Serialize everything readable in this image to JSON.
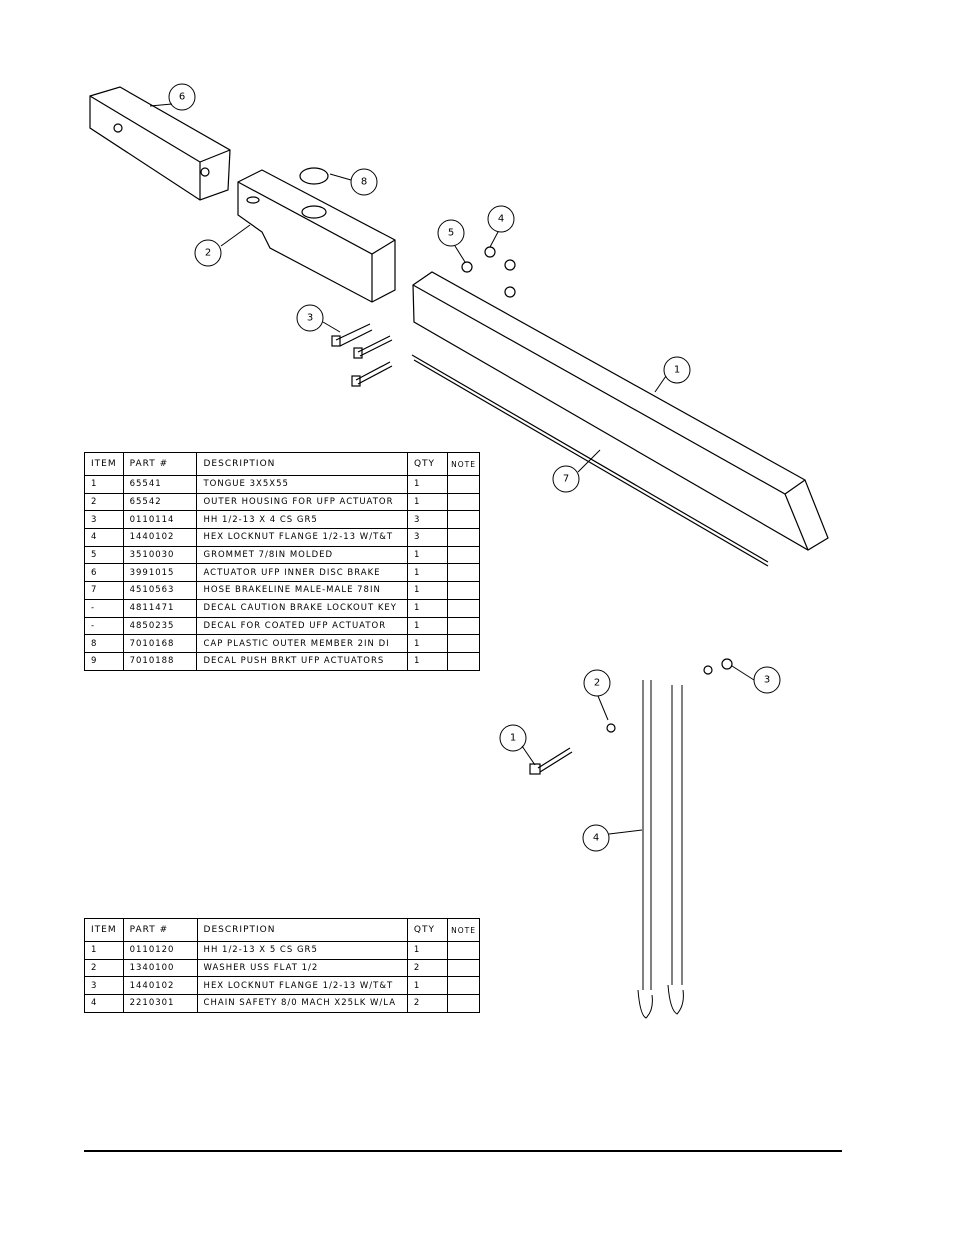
{
  "top_assembly": {
    "balloons": [
      "6",
      "8",
      "2",
      "5",
      "4",
      "3",
      "1",
      "7"
    ],
    "table": {
      "headers": [
        "ITEM",
        "PART #",
        "DESCRIPTION",
        "QTY",
        "NOTE"
      ],
      "rows": [
        {
          "item": "1",
          "part": "65541",
          "description": "TONGUE 3X5X55",
          "qty": "1",
          "note": ""
        },
        {
          "item": "2",
          "part": "65542",
          "description": "OUTER HOUSING FOR UFP ACTUATOR",
          "qty": "1",
          "note": ""
        },
        {
          "item": "3",
          "part": "0110114",
          "description": "HH 1/2-13 X 4 CS GR5",
          "qty": "3",
          "note": ""
        },
        {
          "item": "4",
          "part": "1440102",
          "description": "HEX LOCKNUT FLANGE 1/2-13 W/T&T",
          "qty": "3",
          "note": ""
        },
        {
          "item": "5",
          "part": "3510030",
          "description": "GROMMET  7/8IN MOLDED",
          "qty": "1",
          "note": ""
        },
        {
          "item": "6",
          "part": "3991015",
          "description": "ACTUATOR UFP INNER  DISC BRAKE",
          "qty": "1",
          "note": ""
        },
        {
          "item": "7",
          "part": "4510563",
          "description": "HOSE BRAKELINE MALE-MALE 78IN",
          "qty": "1",
          "note": ""
        },
        {
          "item": "-",
          "part": "4811471",
          "description": "DECAL CAUTION BRAKE LOCKOUT KEY",
          "qty": "1",
          "note": ""
        },
        {
          "item": "-",
          "part": "4850235",
          "description": "DECAL FOR COATED UFP ACTUATOR",
          "qty": "1",
          "note": ""
        },
        {
          "item": "8",
          "part": "7010168",
          "description": "CAP  PLASTIC OUTER MEMBER 2IN DI",
          "qty": "1",
          "note": ""
        },
        {
          "item": "9",
          "part": "7010188",
          "description": "DECAL PUSH BRKT UFP ACTUATORS",
          "qty": "1",
          "note": ""
        }
      ]
    }
  },
  "bottom_assembly": {
    "balloons": [
      "2",
      "3",
      "1",
      "4"
    ],
    "table": {
      "headers": [
        "ITEM",
        "PART #",
        "DESCRIPTION",
        "QTY",
        "NOTE"
      ],
      "rows": [
        {
          "item": "1",
          "part": "0110120",
          "description": "HH 1/2-13 X 5 CS GR5",
          "qty": "1",
          "note": ""
        },
        {
          "item": "2",
          "part": "1340100",
          "description": "WASHER USS FLAT 1/2",
          "qty": "2",
          "note": ""
        },
        {
          "item": "3",
          "part": "1440102",
          "description": "HEX LOCKNUT FLANGE 1/2-13 W/T&T",
          "qty": "1",
          "note": ""
        },
        {
          "item": "4",
          "part": "2210301",
          "description": "CHAIN SAFETY 8/0 MACH X25LK W/LA",
          "qty": "2",
          "note": ""
        }
      ]
    }
  }
}
